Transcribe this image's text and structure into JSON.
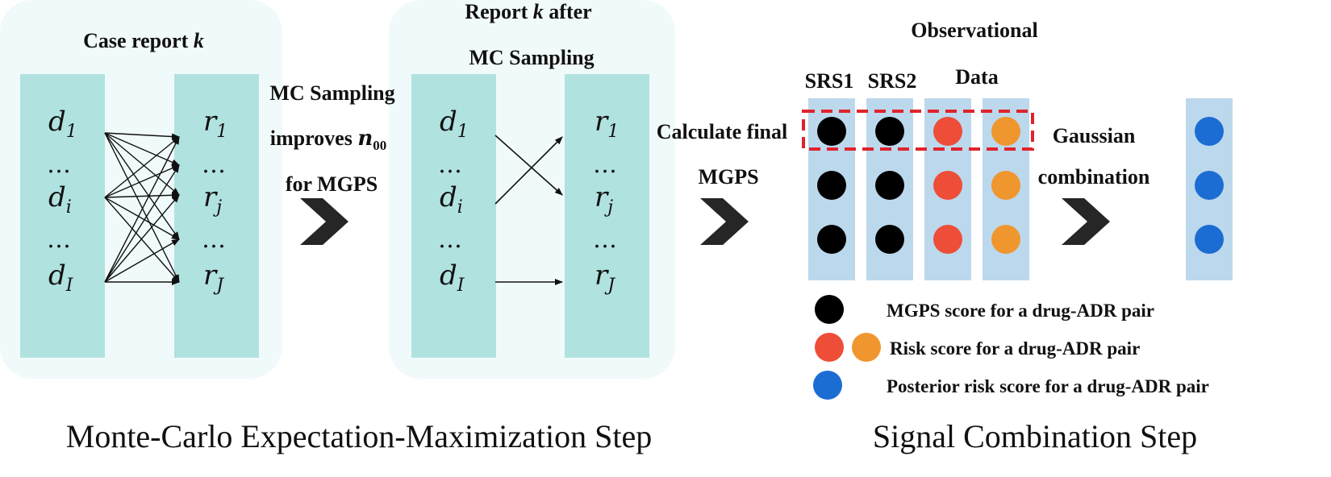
{
  "colors": {
    "panel_bg": "#f1fafb",
    "column_teal": "#b0e2e0",
    "column_blue": "#bcd8ec",
    "dot_black": "#000000",
    "dot_red": "#ee4d38",
    "dot_orange": "#f0962e",
    "dot_blue": "#1b6dd3",
    "dashed_box": "#e0232b",
    "chevron": "#262626"
  },
  "left_panel": {
    "title_prefix": "Case report ",
    "title_var": "k",
    "drugs": [
      {
        "base": "d",
        "sub": "1"
      },
      {
        "dots": "…"
      },
      {
        "base": "d",
        "sub": "i"
      },
      {
        "dots": "…"
      },
      {
        "base": "d",
        "sub": "I"
      }
    ],
    "reactions": [
      {
        "base": "r",
        "sub": "1"
      },
      {
        "dots": "…"
      },
      {
        "base": "r",
        "sub": "j"
      },
      {
        "dots": "…"
      },
      {
        "base": "r",
        "sub": "J"
      }
    ]
  },
  "step1_label": {
    "line1": "MC Sampling",
    "line2_prefix": "improves ",
    "line2_var": "n",
    "line2_sub": "00",
    "line3": "for MGPS"
  },
  "middle_panel": {
    "title_line1_prefix": "Report ",
    "title_line1_var": "k",
    "title_line1_suffix": " after",
    "title_line2": "MC Sampling"
  },
  "step2_label": {
    "line1": "Calculate final",
    "line2": "MGPS"
  },
  "observational": {
    "title_line1": "Observational",
    "col1": "SRS1",
    "col2": "SRS2",
    "title_line2": "Data"
  },
  "step3_label": {
    "line1": "Gaussian",
    "line2": "combination"
  },
  "legend": [
    {
      "icon": "black-dot",
      "text": "MGPS score for a drug-ADR pair"
    },
    {
      "icon": "red-orange-dots",
      "text": "Risk score for a drug-ADR pair"
    },
    {
      "icon": "blue-dot",
      "text": "Posterior risk score for a drug-ADR pair"
    }
  ],
  "captions": {
    "left": "Monte-Carlo Expectation-Maximization Step",
    "right": "Signal Combination Step"
  }
}
